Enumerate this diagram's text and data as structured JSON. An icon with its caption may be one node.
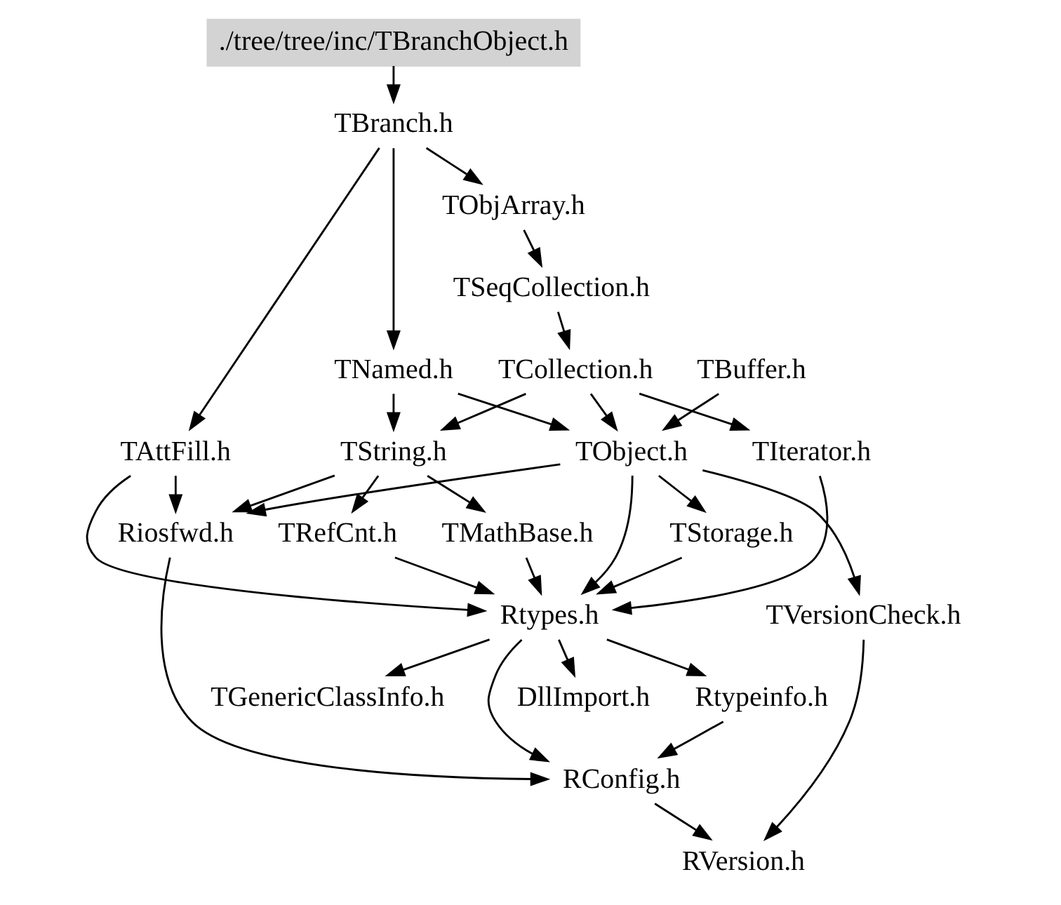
{
  "diagram": {
    "nodes": [
      {
        "text": [
          "./tree/tree/inc/TBranchObject.h"
        ]
      },
      {
        "text": [
          "TBranch.h"
        ]
      },
      {
        "text": [
          "TObjArray.h"
        ]
      },
      {
        "text": [
          "TSeqCollection.h"
        ]
      },
      {
        "text": [
          "TNamed.h"
        ]
      },
      {
        "text": [
          "TCollection.h"
        ]
      },
      {
        "text": [
          "TAttFill.h"
        ]
      },
      {
        "text": [
          "TString.h"
        ]
      },
      {
        "text": [
          "TObject.h"
        ]
      },
      {
        "text": [
          "TIterator.h"
        ]
      },
      {
        "text": [
          "Riosfwd.h"
        ]
      },
      {
        "text": [
          "TRefCnt.h"
        ]
      },
      {
        "text": [
          "TMathBase.h"
        ]
      },
      {
        "text": [
          "TStorage.h"
        ]
      },
      {
        "text": [
          "TBuffer.h"
        ]
      },
      {
        "text": [
          "Rtypes.h"
        ]
      },
      {
        "text": [
          "TVersionCheck.h"
        ]
      },
      {
        "text": [
          "Rtypeinfo.h"
        ]
      },
      {
        "text": [
          "TGenericClassInfo.h"
        ]
      },
      {
        "text": [
          "DllImport.h"
        ]
      },
      {
        "text": [
          "RConfig.h"
        ]
      },
      {
        "text": [
          "RVersion.h"
        ]
      }
    ],
    "edges": [
      {
        "from": 0,
        "to": 1,
        "arrow": "to"
      },
      {
        "from": 1,
        "to": 2,
        "arrow": "to"
      },
      {
        "from": 1,
        "to": 4,
        "arrow": "to"
      },
      {
        "from": 1,
        "to": 6,
        "arrow": "to"
      },
      {
        "from": 2,
        "to": 3,
        "arrow": "to"
      },
      {
        "from": 3,
        "to": 5,
        "arrow": "to"
      },
      {
        "from": 4,
        "to": 7,
        "arrow": "to"
      },
      {
        "from": 4,
        "to": 8,
        "arrow": "to"
      },
      {
        "from": 5,
        "to": 7,
        "arrow": "to"
      },
      {
        "from": 5,
        "to": 8,
        "arrow": "to"
      },
      {
        "from": 5,
        "to": 9,
        "arrow": "to"
      },
      {
        "from": 6,
        "to": 10,
        "arrow": "to"
      },
      {
        "from": 6,
        "to": 15,
        "arrow": "to"
      },
      {
        "from": 7,
        "to": 10,
        "arrow": "to"
      },
      {
        "from": 7,
        "to": 11,
        "arrow": "to"
      },
      {
        "from": 7,
        "to": 12,
        "arrow": "to"
      },
      {
        "from": 8,
        "to": 10,
        "arrow": "to"
      },
      {
        "from": 8,
        "to": 13,
        "arrow": "to"
      },
      {
        "from": 8,
        "to": 15,
        "arrow": "to"
      },
      {
        "from": 8,
        "to": 16,
        "arrow": "to"
      },
      {
        "from": 14,
        "to": 8,
        "arrow": "to"
      },
      {
        "from": 9,
        "to": 15,
        "arrow": "to"
      },
      {
        "from": 11,
        "to": 15,
        "arrow": "to"
      },
      {
        "from": 12,
        "to": 15,
        "arrow": "to"
      },
      {
        "from": 13,
        "to": 15,
        "arrow": "to"
      },
      {
        "from": 10,
        "to": 20,
        "arrow": "to"
      },
      {
        "from": 15,
        "to": 17,
        "arrow": "to"
      },
      {
        "from": 15,
        "to": 20,
        "arrow": "to"
      },
      {
        "from": 15,
        "to": 18,
        "arrow": "to"
      },
      {
        "from": 15,
        "to": 19,
        "arrow": "to"
      },
      {
        "from": 17,
        "to": 20,
        "arrow": "to"
      },
      {
        "from": 20,
        "to": 21,
        "arrow": "to"
      },
      {
        "from": 16,
        "to": 21,
        "arrow": "to"
      }
    ]
  }
}
